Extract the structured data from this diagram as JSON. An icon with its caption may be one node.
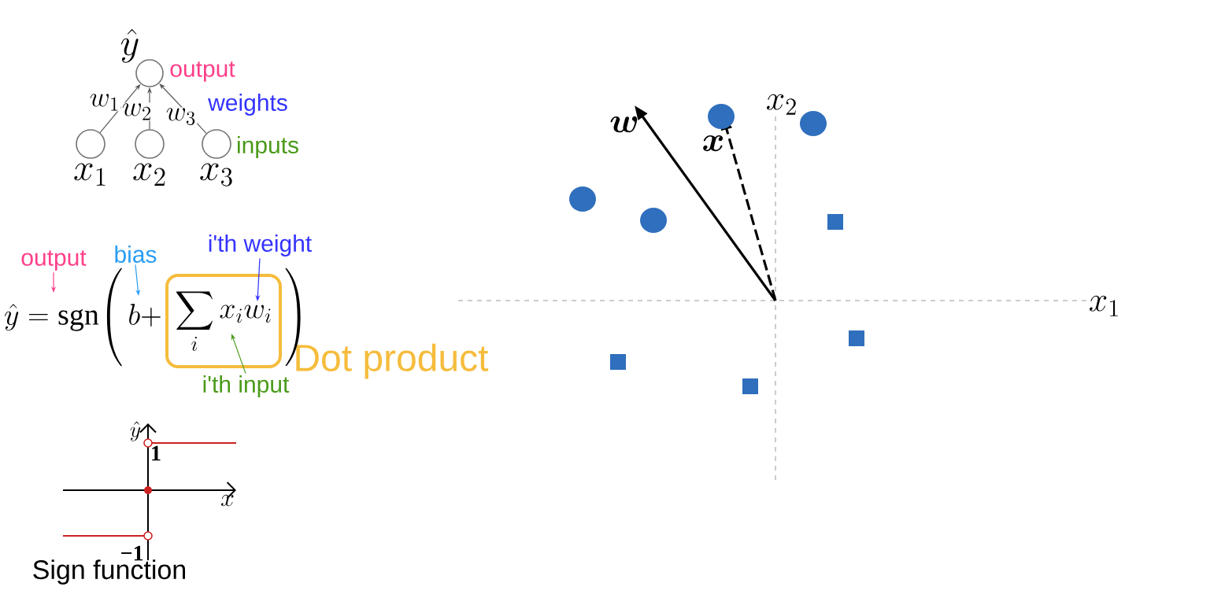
{
  "diagram": {
    "nodes": [
      {
        "text": [
          "\\hat{y}"
        ]
      },
      {
        "text": [
          "x_1"
        ]
      },
      {
        "text": [
          "x_2"
        ]
      },
      {
        "text": [
          "x_3"
        ]
      },
      {
        "text": [
          "output"
        ]
      },
      {
        "text": [
          "bias"
        ]
      },
      {
        "text": [
          "i'th weight"
        ]
      },
      {
        "text": [
          "i'th input"
        ]
      },
      {
        "text": [
          "\\hat{y} =\\mathrm{sgn}\\Bigg(\\, b +"
        ]
      },
      {
        "text": [
          "\\sum_i x_i w_i"
        ],
        "beside": [
          "Dot product"
        ]
      }
    ],
    "edges": [
      {
        "from": 1,
        "to": 0,
        "arrow": "to",
        "label": "w_1"
      },
      {
        "from": 2,
        "to": 0,
        "arrow": "to",
        "label": "w_2"
      },
      {
        "from": 3,
        "to": 0,
        "arrow": "to",
        "label": "w_3"
      },
      {
        "from": 4,
        "to": 8,
        "arrow": "to",
        "color": "#ff3f8a"
      },
      {
        "from": 5,
        "to": 8,
        "arrow": "to",
        "color": "#2a9df4"
      },
      {
        "from": 6,
        "to": 9,
        "arrow": "to",
        "color": "#3333ff"
      },
      {
        "from": 7,
        "to": 9,
        "arrow": "to",
        "color": "#4a9a1a"
      }
    ],
    "labels": [
      "output",
      "weights",
      "inputs",
      "\\Bigg)",
      "\\hat{y}",
      "1",
      "x",
      "−1",
      "Sign function",
      "\\boldsymbol{w}",
      "\\boldsymbol{x}",
      "x_2",
      "x_1"
    ]
  }
}
